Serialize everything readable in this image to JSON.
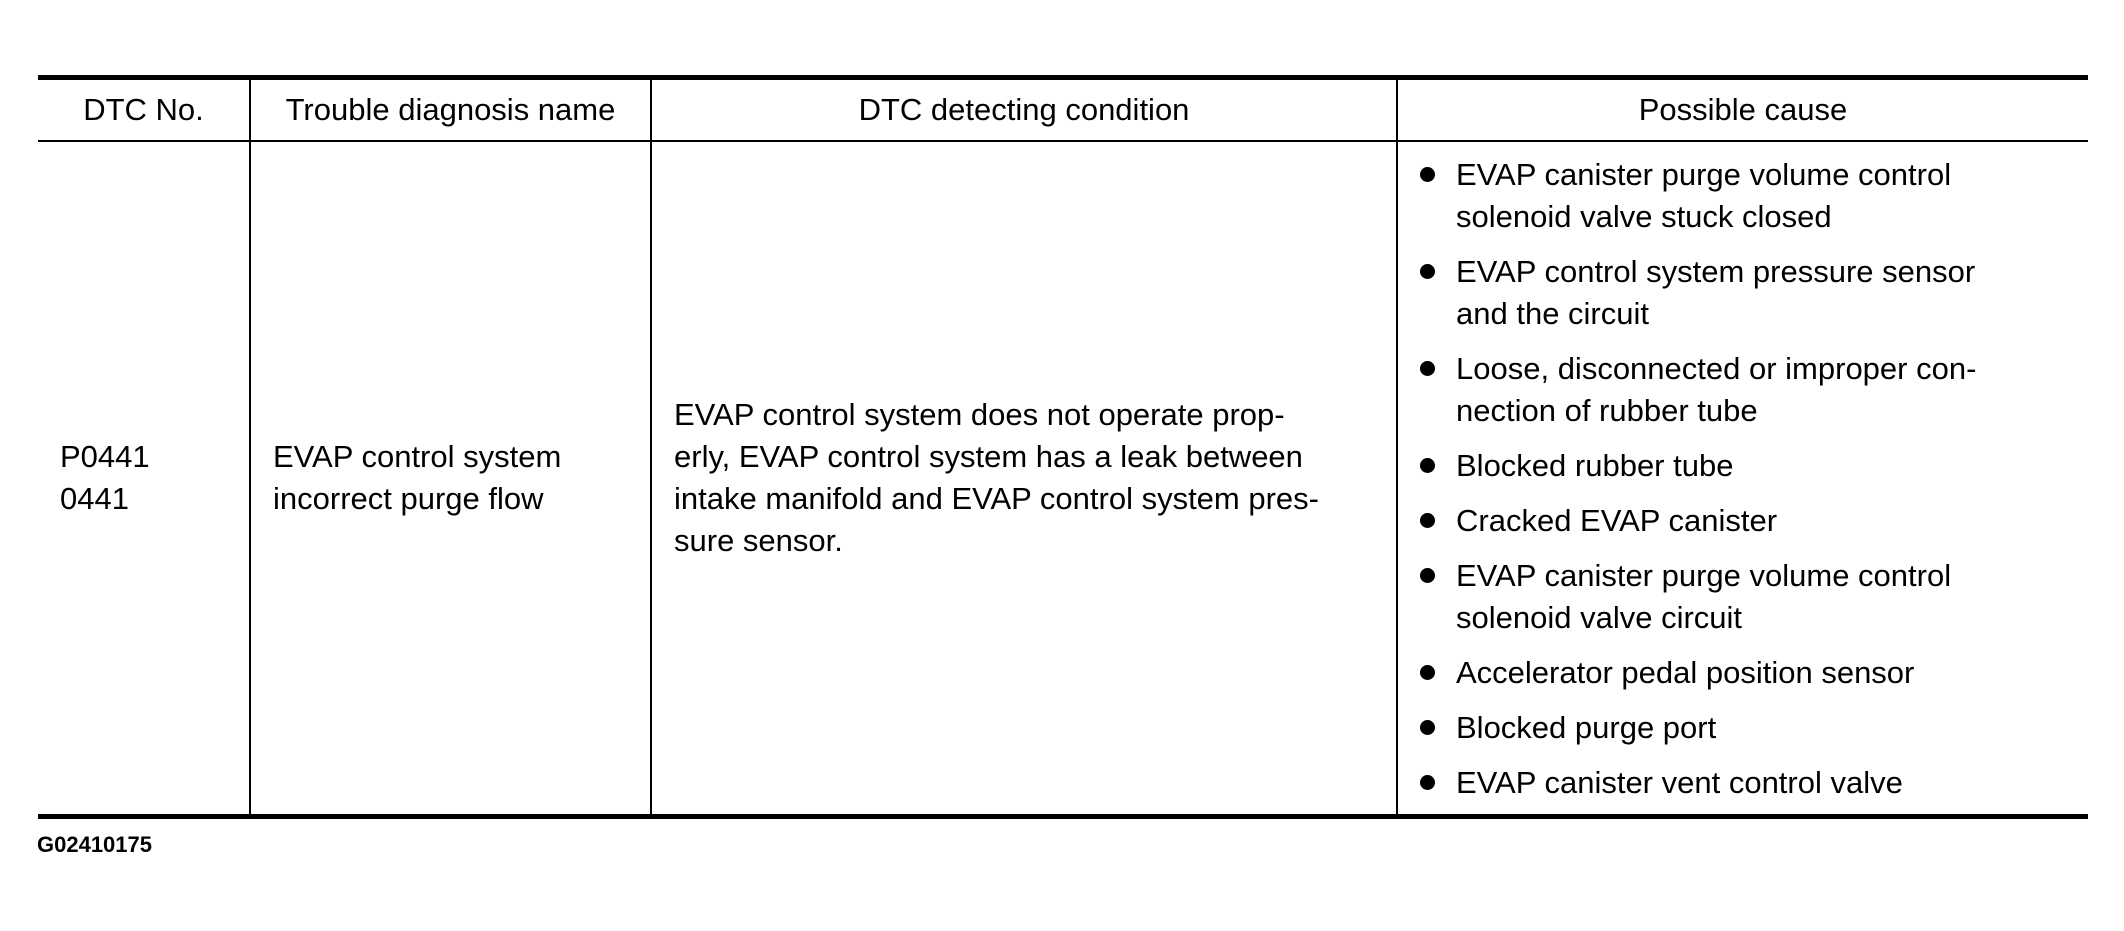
{
  "table": {
    "headers": {
      "dtc_no": "DTC No.",
      "diagnosis_name": "Trouble diagnosis name",
      "detecting_condition": "DTC detecting condition",
      "possible_cause": "Possible cause"
    },
    "row": {
      "dtc_no_lines": [
        "P0441",
        "0441"
      ],
      "diagnosis_name_lines": [
        "EVAP control system",
        "incorrect purge flow"
      ],
      "detecting_condition_lines": [
        "EVAP control system does not operate prop-",
        "erly, EVAP control system has a leak between",
        "intake manifold and EVAP control system pres-",
        "sure sensor."
      ],
      "possible_causes": [
        [
          "EVAP canister purge volume control",
          "solenoid valve stuck closed"
        ],
        [
          "EVAP control system pressure sensor",
          "and the circuit"
        ],
        [
          "Loose, disconnected or improper con-",
          "nection of rubber tube"
        ],
        [
          "Blocked rubber tube"
        ],
        [
          "Cracked EVAP canister"
        ],
        [
          "EVAP canister purge volume control",
          "solenoid valve circuit"
        ],
        [
          "Accelerator pedal position sensor"
        ],
        [
          "Blocked purge port"
        ],
        [
          "EVAP canister vent control valve"
        ]
      ]
    }
  },
  "figure_id": "G02410175"
}
